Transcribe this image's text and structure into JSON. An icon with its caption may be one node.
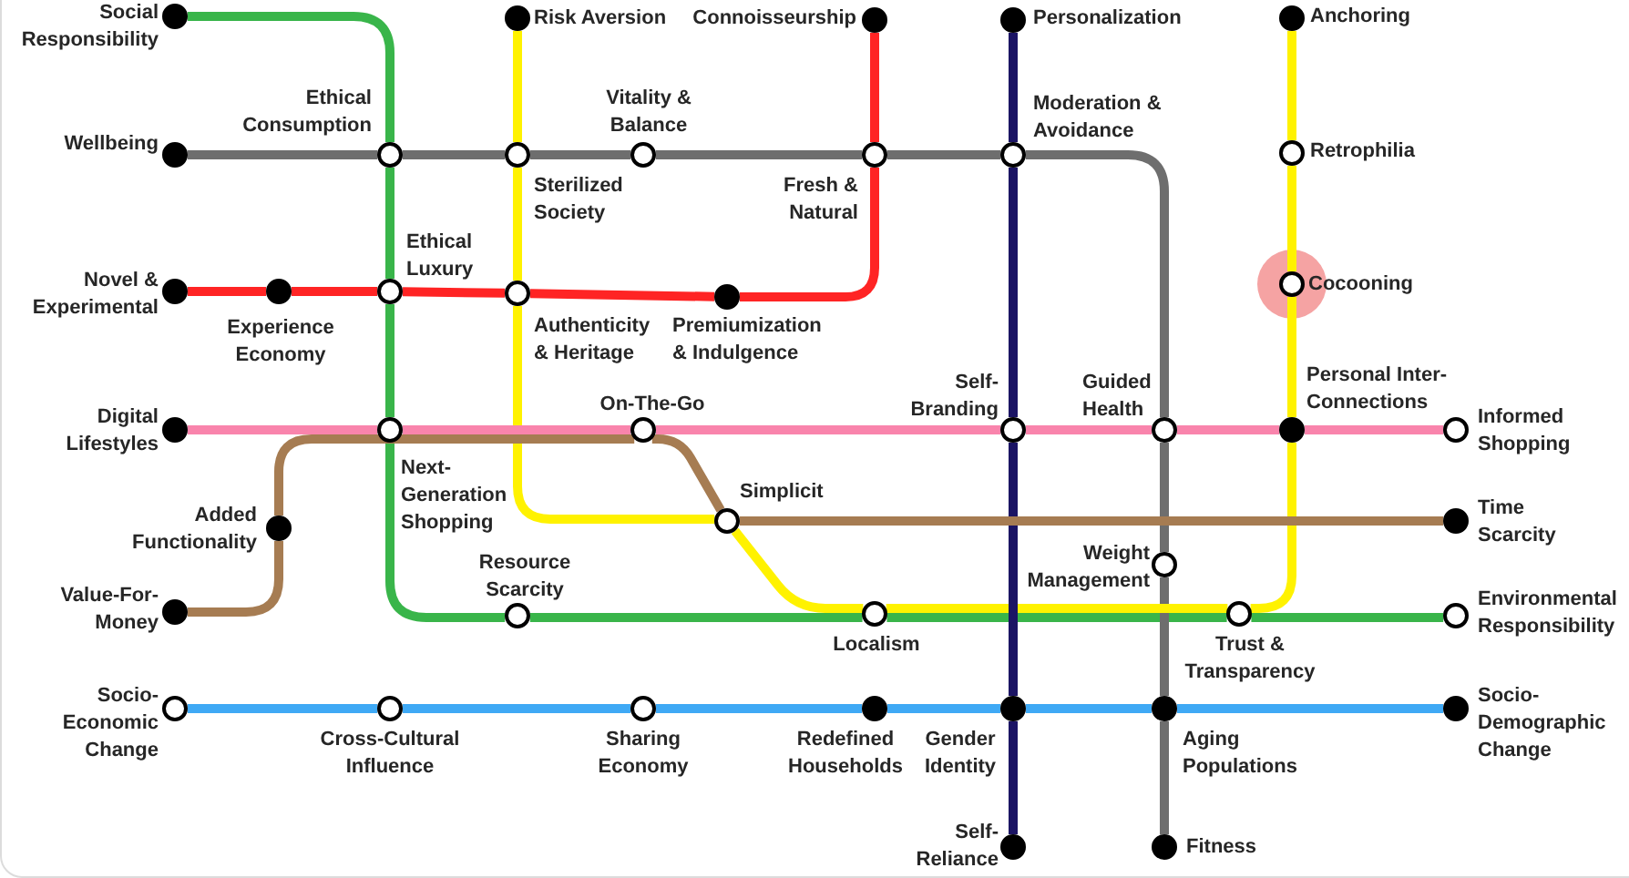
{
  "diagram": {
    "nodes": [
      {
        "text": [],
        "shape": "circle",
        "beside": [
          "Social Responsibility"
        ]
      },
      {
        "text": [],
        "shape": "circle",
        "beside": [
          "Risk Aversion"
        ]
      },
      {
        "text": [],
        "shape": "circle",
        "beside": [
          "Connoisseurship"
        ]
      },
      {
        "text": [],
        "shape": "circle",
        "beside": [
          "Personalization"
        ]
      },
      {
        "text": [],
        "shape": "circle",
        "beside": [
          "Anchoring"
        ]
      },
      {
        "text": [],
        "shape": "circle",
        "beside": [
          "Wellbeing"
        ]
      },
      {
        "text": [],
        "shape": "circle",
        "beside": [
          "Ethical Consumption"
        ]
      },
      {
        "text": [],
        "shape": "circle",
        "beside": [
          "Sterilized Society"
        ]
      },
      {
        "text": [],
        "shape": "circle",
        "beside": [
          "Vitality & Balance"
        ]
      },
      {
        "text": [],
        "shape": "circle",
        "beside": [
          "Fresh & Natural"
        ]
      },
      {
        "text": [],
        "shape": "circle",
        "beside": [
          "Moderation & Avoidance"
        ]
      },
      {
        "text": [],
        "shape": "circle",
        "beside": [
          "Retrophilia"
        ]
      },
      {
        "text": [],
        "shape": "circle",
        "beside": [
          "Cocooning"
        ]
      },
      {
        "text": [],
        "shape": "circle",
        "beside": [
          "Novel & Experimental"
        ]
      },
      {
        "text": [],
        "shape": "circle",
        "beside": [
          "Experience Economy"
        ]
      },
      {
        "text": [],
        "shape": "circle",
        "beside": [
          "Ethical Luxury"
        ]
      },
      {
        "text": [],
        "shape": "circle",
        "beside": [
          "Authenticity & Heritage"
        ]
      },
      {
        "text": [],
        "shape": "circle",
        "beside": [
          "Premiumization & Indulgence"
        ]
      },
      {
        "text": [],
        "shape": "circle",
        "beside": [
          "Digital Lifestyles"
        ]
      },
      {
        "text": [],
        "shape": "circle",
        "beside": [
          "Next-Generation Shopping"
        ]
      },
      {
        "text": [],
        "shape": "circle",
        "beside": [
          "On-The-Go"
        ]
      },
      {
        "text": [],
        "shape": "circle",
        "beside": [
          "Self-Branding"
        ]
      },
      {
        "text": [],
        "shape": "circle",
        "beside": [
          "Guided Health"
        ]
      },
      {
        "text": [],
        "shape": "circle",
        "beside": [
          "Personal Inter-Connections"
        ]
      },
      {
        "text": [],
        "shape": "circle",
        "beside": [
          "Informed Shopping"
        ]
      },
      {
        "text": [],
        "shape": "circle",
        "beside": [
          "Added Functionality"
        ]
      },
      {
        "text": [],
        "shape": "circle",
        "beside": [
          "Simplicit"
        ]
      },
      {
        "text": [],
        "shape": "circle",
        "beside": [
          "Time Scarcity"
        ]
      },
      {
        "text": [],
        "shape": "circle",
        "beside": [
          "Weight Management"
        ]
      },
      {
        "text": [],
        "shape": "circle",
        "beside": [
          "Value-For-Money"
        ]
      },
      {
        "text": [],
        "shape": "circle",
        "beside": [
          "Resource Scarcity"
        ]
      },
      {
        "text": [],
        "shape": "circle",
        "beside": [
          "Localism"
        ]
      },
      {
        "text": [],
        "shape": "circle",
        "beside": [
          "Trust & Transparency"
        ]
      },
      {
        "text": [],
        "shape": "circle",
        "beside": [
          "Environmental Responsibility"
        ]
      },
      {
        "text": [],
        "shape": "circle",
        "beside": [
          "Socio-Economic Change"
        ]
      },
      {
        "text": [],
        "shape": "circle",
        "beside": [
          "Cross-Cultural Influence"
        ]
      },
      {
        "text": [],
        "shape": "circle",
        "beside": [
          "Sharing Economy"
        ]
      },
      {
        "text": [],
        "shape": "circle",
        "beside": [
          "Redefined Households"
        ]
      },
      {
        "text": [],
        "shape": "circle",
        "beside": [
          "Gender Identity"
        ]
      },
      {
        "text": [],
        "shape": "circle",
        "beside": [
          "Aging Populations"
        ]
      },
      {
        "text": [],
        "shape": "circle",
        "beside": [
          "Socio-Demographic Change"
        ]
      },
      {
        "text": [],
        "shape": "circle",
        "beside": [
          "Self-Reliance"
        ]
      },
      {
        "text": [],
        "shape": "circle",
        "beside": [
          "Fitness"
        ]
      }
    ],
    "edges": [
      {
        "from": 0,
        "to": 6,
        "arrow": "none",
        "color": "#39b54a"
      },
      {
        "from": 6,
        "to": 15,
        "arrow": "none",
        "color": "#39b54a"
      },
      {
        "from": 15,
        "to": 19,
        "arrow": "none",
        "color": "#39b54a"
      },
      {
        "from": 19,
        "to": 30,
        "arrow": "none",
        "color": "#39b54a"
      },
      {
        "from": 30,
        "to": 31,
        "arrow": "none",
        "color": "#39b54a"
      },
      {
        "from": 31,
        "to": 32,
        "arrow": "none",
        "color": "#39b54a"
      },
      {
        "from": 32,
        "to": 33,
        "arrow": "none",
        "color": "#39b54a"
      },
      {
        "from": 5,
        "to": 6,
        "arrow": "none",
        "color": "#6e6e6e"
      },
      {
        "from": 6,
        "to": 7,
        "arrow": "none",
        "color": "#6e6e6e"
      },
      {
        "from": 7,
        "to": 8,
        "arrow": "none",
        "color": "#6e6e6e"
      },
      {
        "from": 8,
        "to": 9,
        "arrow": "none",
        "color": "#6e6e6e"
      },
      {
        "from": 9,
        "to": 10,
        "arrow": "none",
        "color": "#6e6e6e"
      },
      {
        "from": 10,
        "to": 22,
        "arrow": "none",
        "color": "#6e6e6e"
      },
      {
        "from": 22,
        "to": 28,
        "arrow": "none",
        "color": "#6e6e6e"
      },
      {
        "from": 28,
        "to": 39,
        "arrow": "none",
        "color": "#6e6e6e"
      },
      {
        "from": 39,
        "to": 42,
        "arrow": "none",
        "color": "#6e6e6e"
      },
      {
        "from": 13,
        "to": 14,
        "arrow": "none",
        "color": "#ff2424"
      },
      {
        "from": 14,
        "to": 15,
        "arrow": "none",
        "color": "#ff2424"
      },
      {
        "from": 15,
        "to": 16,
        "arrow": "none",
        "color": "#ff2424"
      },
      {
        "from": 16,
        "to": 17,
        "arrow": "none",
        "color": "#ff2424"
      },
      {
        "from": 17,
        "to": 9,
        "arrow": "none",
        "color": "#ff2424"
      },
      {
        "from": 9,
        "to": 2,
        "arrow": "none",
        "color": "#ff2424"
      },
      {
        "from": 1,
        "to": 7,
        "arrow": "none",
        "color": "#fff200"
      },
      {
        "from": 7,
        "to": 16,
        "arrow": "none",
        "color": "#fff200"
      },
      {
        "from": 16,
        "to": 26,
        "arrow": "none",
        "color": "#fff200"
      },
      {
        "from": 26,
        "to": 31,
        "arrow": "none",
        "color": "#fff200"
      },
      {
        "from": 31,
        "to": 32,
        "arrow": "none",
        "color": "#fff200"
      },
      {
        "from": 32,
        "to": 23,
        "arrow": "none",
        "color": "#fff200"
      },
      {
        "from": 23,
        "to": 12,
        "arrow": "none",
        "color": "#fff200"
      },
      {
        "from": 12,
        "to": 11,
        "arrow": "none",
        "color": "#fff200"
      },
      {
        "from": 11,
        "to": 4,
        "arrow": "none",
        "color": "#fff200"
      },
      {
        "from": 3,
        "to": 10,
        "arrow": "none",
        "color": "#1b1464"
      },
      {
        "from": 10,
        "to": 21,
        "arrow": "none",
        "color": "#1b1464"
      },
      {
        "from": 21,
        "to": 38,
        "arrow": "none",
        "color": "#1b1464"
      },
      {
        "from": 38,
        "to": 41,
        "arrow": "none",
        "color": "#1b1464"
      },
      {
        "from": 18,
        "to": 19,
        "arrow": "none",
        "color": "#f984ac"
      },
      {
        "from": 19,
        "to": 20,
        "arrow": "none",
        "color": "#f984ac"
      },
      {
        "from": 20,
        "to": 21,
        "arrow": "none",
        "color": "#f984ac"
      },
      {
        "from": 21,
        "to": 22,
        "arrow": "none",
        "color": "#f984ac"
      },
      {
        "from": 22,
        "to": 23,
        "arrow": "none",
        "color": "#f984ac"
      },
      {
        "from": 23,
        "to": 24,
        "arrow": "none",
        "color": "#f984ac"
      },
      {
        "from": 29,
        "to": 25,
        "arrow": "none",
        "color": "#a67c52"
      },
      {
        "from": 25,
        "to": 20,
        "arrow": "none",
        "color": "#a67c52"
      },
      {
        "from": 20,
        "to": 26,
        "arrow": "none",
        "color": "#a67c52"
      },
      {
        "from": 26,
        "to": 27,
        "arrow": "none",
        "color": "#a67c52"
      },
      {
        "from": 34,
        "to": 35,
        "arrow": "none",
        "color": "#3fa9f5"
      },
      {
        "from": 35,
        "to": 36,
        "arrow": "none",
        "color": "#3fa9f5"
      },
      {
        "from": 36,
        "to": 37,
        "arrow": "none",
        "color": "#3fa9f5"
      },
      {
        "from": 37,
        "to": 38,
        "arrow": "none",
        "color": "#3fa9f5"
      },
      {
        "from": 38,
        "to": 39,
        "arrow": "none",
        "color": "#3fa9f5"
      },
      {
        "from": 39,
        "to": 40,
        "arrow": "none",
        "color": "#3fa9f5"
      }
    ]
  }
}
